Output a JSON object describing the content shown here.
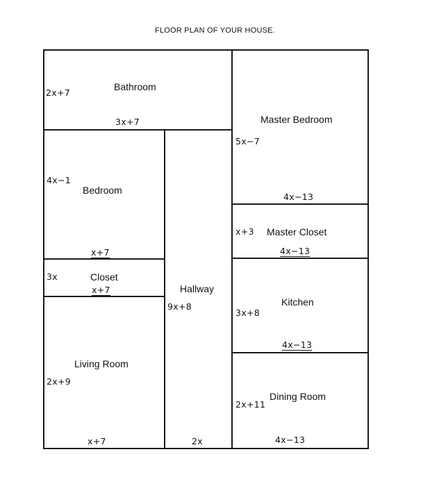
{
  "title": "FLOOR PLAN OF YOUR HOUSE.",
  "rooms": {
    "bathroom": {
      "label": "Bathroom",
      "dims": [
        "2x+7",
        "3x+7"
      ]
    },
    "master_bedroom": {
      "label": "Master Bedroom",
      "dims": [
        "5x−7",
        "4x−13"
      ]
    },
    "bedroom": {
      "label": "Bedroom",
      "dims": [
        "4x−1",
        "x+7"
      ]
    },
    "master_closet": {
      "label": "Master Closet",
      "dims": [
        "x+3",
        "4x−13"
      ]
    },
    "closet": {
      "label": "Closet",
      "dims": [
        "3x",
        "x+7"
      ]
    },
    "hallway": {
      "label": "Hallway",
      "dims": [
        "9x+8",
        "2x"
      ]
    },
    "kitchen": {
      "label": "Kitchen",
      "dims": [
        "3x+8",
        "4x−13"
      ]
    },
    "living_room": {
      "label": "Living Room",
      "dims": [
        "2x+9",
        "x+7"
      ]
    },
    "dining_room": {
      "label": "Dining Room",
      "dims": [
        "2x+11",
        "4x−13"
      ]
    }
  }
}
